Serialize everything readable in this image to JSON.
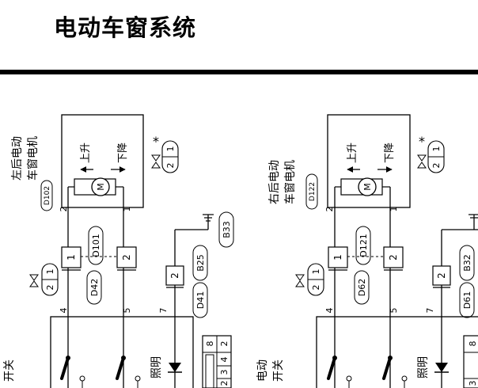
{
  "header": {
    "title": "电动车窗系统"
  },
  "diagram": {
    "text_rotation": -90,
    "left": {
      "motor_name_line1": "左后电动",
      "motor_name_line2": "车窗电机",
      "motor_connector": "D102",
      "motor_pin_left": "2",
      "motor_pin_right": "1",
      "label_up": "上升",
      "label_down": "下降",
      "asterisk": "*",
      "asterisk_pins": [
        "2",
        "1"
      ],
      "harness_connector": "D101",
      "harness_pin_a": "1",
      "harness_pin_b": "2",
      "switch_connector": "D42",
      "switch_conn_pins": [
        "1",
        "2"
      ],
      "switch_pin_4": "4",
      "switch_pin_5": "5",
      "switch_pin_7": "7",
      "illum_connector": "D41",
      "illum_harness": "B25",
      "illum_pin": "2",
      "ground": "B33",
      "illum_label": "照明",
      "grid_top": [
        "8",
        "2"
      ],
      "grid_bottom": [
        "4",
        "3",
        "2"
      ],
      "switch_name_line1": "开关"
    },
    "right": {
      "motor_name_line1": "右后电动",
      "motor_name_line2": "车窗电机",
      "motor_connector": "D122",
      "motor_pin_left": "2",
      "motor_pin_right": "1",
      "label_up": "上升",
      "label_down": "下降",
      "asterisk": "*",
      "asterisk_pins": [
        "2",
        "1"
      ],
      "harness_connector": "D121",
      "harness_pin_a": "1",
      "harness_pin_b": "2",
      "switch_connector": "D62",
      "switch_conn_pins": [
        "1",
        "2"
      ],
      "switch_pin_4": "4",
      "switch_pin_5": "5",
      "switch_pin_7": "7",
      "illum_connector": "D61",
      "illum_harness": "B32",
      "illum_pin": "2",
      "ground": "",
      "illum_label": "照明",
      "grid_top": [
        "8"
      ],
      "grid_bottom": [
        "3"
      ],
      "switch_name_line1": "电动",
      "switch_name_line2": "开关"
    }
  }
}
